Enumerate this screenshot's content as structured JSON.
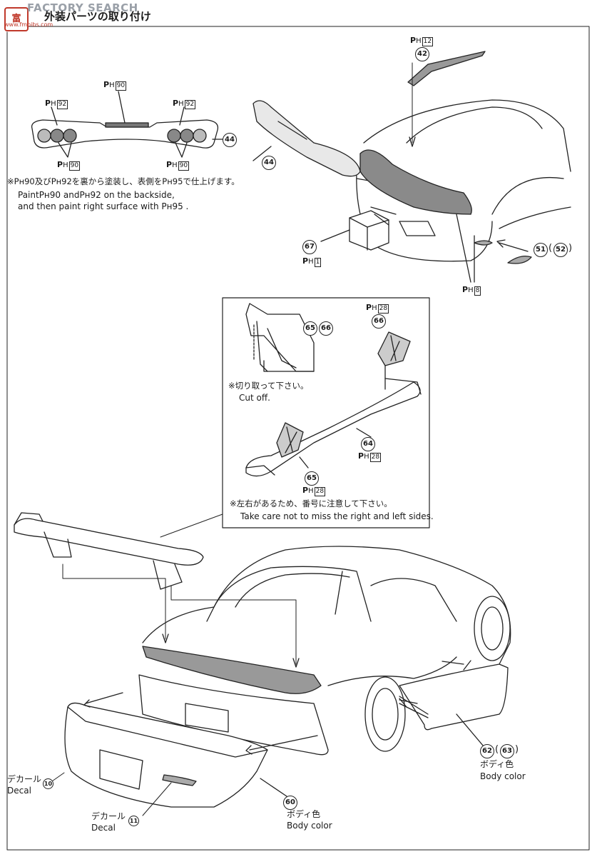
{
  "header": {
    "title": "外装パーツの取り付け",
    "watermark": "FACTORY SEARCH",
    "watermark_cn": "富",
    "watermark_url": "www.fmbibs.com"
  },
  "paint_codes": {
    "ph12": "12",
    "ph90": "90",
    "ph92": "92",
    "ph95": "95",
    "ph1": "1",
    "ph8": "8",
    "ph28": "28",
    "prefix": "P",
    "sub": "H"
  },
  "parts": {
    "p42": "42",
    "p44": "44",
    "p51": "51",
    "p52": "52",
    "p60": "60",
    "p62": "62",
    "p63": "63",
    "p64": "64",
    "p65": "65",
    "p66": "66",
    "p67": "67",
    "decal10": "10",
    "decal11": "11"
  },
  "notes": {
    "paint_jp": "※Pн90及びPн92を裏から塗装し、表側をPн95で仕上げます。",
    "paint_en_1": "PaintPн90 andPн92 on the backside,",
    "paint_en_2": "and then paint right surface with Pн95 .",
    "cut_jp": "※切り取って下さい。",
    "cut_en": "Cut off.",
    "sides_jp": "※左右があるため、番号に注意して下さい。",
    "sides_en": "Take care not to miss the right and left sides."
  },
  "labels": {
    "decal_jp": "デカール",
    "decal_en": "Decal",
    "body_jp": "ボディ色",
    "body_en": "Body color",
    "paren_open": "(",
    "paren_close": ")"
  }
}
